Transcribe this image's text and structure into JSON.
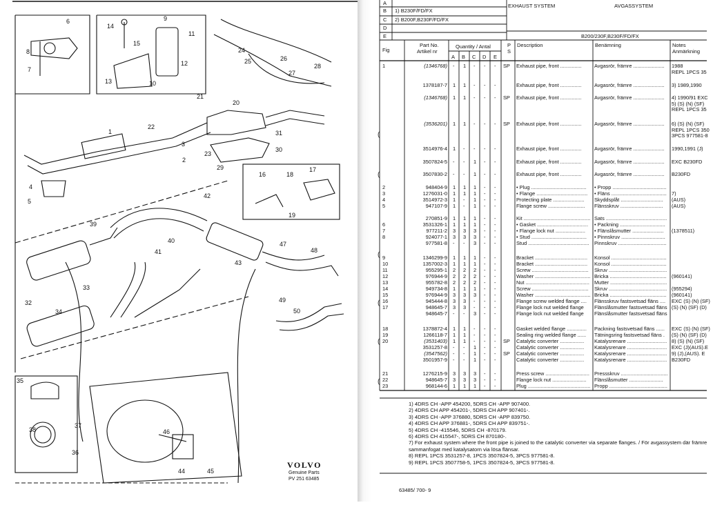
{
  "left": {
    "brand": "VOLVO",
    "genuine": "Genuine Parts",
    "pub": "PV 251 63485",
    "callouts": [
      "1",
      "2",
      "3",
      "4",
      "5",
      "6",
      "7",
      "8",
      "9",
      "10",
      "11",
      "12",
      "13",
      "14",
      "15",
      "16",
      "17",
      "18",
      "19",
      "20",
      "21",
      "22",
      "23",
      "24",
      "25",
      "26",
      "27",
      "28",
      "29",
      "30",
      "31",
      "32",
      "33",
      "34",
      "35",
      "36",
      "37",
      "38",
      "39",
      "40",
      "41",
      "42",
      "43",
      "44",
      "45",
      "46",
      "47",
      "48",
      "49",
      "50"
    ]
  },
  "right": {
    "variants": [
      {
        "letter": "A",
        "text": ""
      },
      {
        "letter": "B",
        "text": "1) B230F/FD/FX"
      },
      {
        "letter": "C",
        "text": "2) B200F,B230F/FD/FX"
      },
      {
        "letter": "D",
        "text": ""
      },
      {
        "letter": "E",
        "text": ""
      }
    ],
    "title_en": "EXHAUST SYSTEM",
    "title_sv": "AVGASSYSTEM",
    "models": "B200/230F,B230F/FD/FX",
    "headers": {
      "fig": "Fig",
      "part1": "Part No.",
      "part2": "Artikel nr",
      "qty": "Quantity / Antal",
      "cols": [
        "A",
        "B",
        "C",
        "D",
        "E"
      ],
      "ps1": "P",
      "ps2": "S",
      "desc": "Description",
      "ben": "Benämning",
      "notes1": "Notes",
      "notes2": "Anmärkning"
    },
    "rows": [
      {
        "fig": "1",
        "part": "(1346768)",
        "q": [
          "-",
          "1",
          "-",
          "-",
          "-"
        ],
        "ps": "SP",
        "desc": "Exhaust pipe, front ...............",
        "ben": "Avgasrör, främre ......................",
        "note": "1988",
        "note2": "REPL 1PCS 35"
      },
      {
        "fig": "",
        "part": "1378187-7",
        "q": [
          "1",
          "1",
          "-",
          "-",
          "-"
        ],
        "ps": "",
        "desc": "Exhaust pipe, front ...............",
        "ben": "Avgasrör, främre ......................",
        "note": "3) 1989,1990",
        "note2": ""
      },
      {
        "fig": "",
        "part": "(1346768)",
        "q": [
          "1",
          "1",
          "-",
          "-",
          "-"
        ],
        "ps": "SP",
        "desc": "Exhaust pipe, front ...............",
        "ben": "Avgasrör, främre ......................",
        "note": "4) 1990/91 EXC",
        "note2": "5) (S) (N) (SF)",
        "note3": "REPL 1PCS 35"
      },
      {
        "fig": "",
        "part": "(3536201)",
        "q": [
          "1",
          "1",
          "-",
          "-",
          "-"
        ],
        "ps": "SP",
        "desc": "Exhaust pipe, front ...............",
        "ben": "Avgasrör, främre ......................",
        "note": "6) (S) (N) (SF)",
        "note2": "REPL 1PCS 350",
        "note3": "3PCS 977581-8"
      },
      {
        "fig": "",
        "part": "3514976-4",
        "q": [
          "1",
          "-",
          "-",
          "-",
          "-"
        ],
        "ps": "",
        "desc": "Exhaust pipe, front ...............",
        "ben": "Avgasrör, främre ......................",
        "note": "1990,1991 (J)",
        "note2": ""
      },
      {
        "fig": "",
        "part": "3507824-5",
        "q": [
          "-",
          "-",
          "1",
          "-",
          "-"
        ],
        "ps": "",
        "desc": "Exhaust pipe, front ...............",
        "ben": "Avgasrör, främre ......................",
        "note": "EXC B230FD",
        "note2": ""
      },
      {
        "fig": "",
        "part": "3507830-2",
        "q": [
          "-",
          "-",
          "1",
          "-",
          "-"
        ],
        "ps": "",
        "desc": "Exhaust pipe, front ...............",
        "ben": "Avgasrör, främre ......................",
        "note": "B230FD",
        "note2": ""
      },
      {
        "fig": "2",
        "part": "948404-9",
        "q": [
          "1",
          "1",
          "1",
          "-",
          "-"
        ],
        "ps": "",
        "desc": "• Plug .......................................",
        "ben": "• Propp ......................................",
        "note": ""
      },
      {
        "fig": "3",
        "part": "1276031-0",
        "q": [
          "1",
          "1",
          "1",
          "-",
          "-"
        ],
        "ps": "",
        "desc": "• Flange ....................................",
        "ben": "• Fläns .......................................",
        "note": "7)"
      },
      {
        "fig": "4",
        "part": "3514972-3",
        "q": [
          "1",
          "-",
          "1",
          "-",
          "-"
        ],
        "ps": "",
        "desc": "Protecting plate ......................",
        "ben": "Skyddsplåt ..............................",
        "note": "(AUS)"
      },
      {
        "fig": "5",
        "part": "947107-9",
        "q": [
          "1",
          "-",
          "1",
          "-",
          "-"
        ],
        "ps": "",
        "desc": "Flange screw ..........................",
        "ben": "Flänsskruv ..............................",
        "note": "(AUS)"
      },
      {
        "fig": "",
        "part": "270851-9",
        "q": [
          "1",
          "1",
          "1",
          "-",
          "-"
        ],
        "ps": "",
        "desc": "Kit ...............................................",
        "ben": "Sats ...........................................",
        "note": ""
      },
      {
        "fig": "6",
        "part": "3531326-1",
        "q": [
          "1",
          "1",
          "1",
          "-",
          "-"
        ],
        "ps": "",
        "desc": "• Gasket ....................................",
        "ben": "• Packning ................................",
        "note": ""
      },
      {
        "fig": "7",
        "part": "977211-2",
        "q": [
          "3",
          "3",
          "3",
          "-",
          "-"
        ],
        "ps": "",
        "desc": "• Flange lock nut .....................",
        "ben": "• Flänslåsmutter ......................",
        "note": "(1378511)"
      },
      {
        "fig": "8",
        "part": "924077-1",
        "q": [
          "3",
          "3",
          "3",
          "-",
          "-"
        ],
        "ps": "",
        "desc": "• Stud .......................................",
        "ben": "• Pinnskruv ...............................",
        "note": ""
      },
      {
        "fig": "",
        "part": "977581-8",
        "q": [
          "-",
          "-",
          "3",
          "-",
          "-"
        ],
        "ps": "",
        "desc": "Stud ...........................................",
        "ben": "Pinnskruv ..................................",
        "note": ""
      },
      {
        "fig": "9",
        "part": "1346299-9",
        "q": [
          "1",
          "1",
          "1",
          "-",
          "-"
        ],
        "ps": "",
        "desc": "Bracket .....................................",
        "ben": "Konsol .......................................",
        "note": ""
      },
      {
        "fig": "10",
        "part": "1357002-3",
        "q": [
          "1",
          "1",
          "1",
          "-",
          "-"
        ],
        "ps": "",
        "desc": "Bracket .....................................",
        "ben": "Konsol .......................................",
        "note": ""
      },
      {
        "fig": "11",
        "part": "955295-1",
        "q": [
          "2",
          "2",
          "2",
          "-",
          "-"
        ],
        "ps": "",
        "desc": "Screw ........................................",
        "ben": "Skruv .........................................",
        "note": ""
      },
      {
        "fig": "12",
        "part": "976944-9",
        "q": [
          "2",
          "2",
          "2",
          "-",
          "-"
        ],
        "ps": "",
        "desc": "Washer .......................................",
        "ben": "Bricka ........................................",
        "note": "(960141)"
      },
      {
        "fig": "13",
        "part": "955782-8",
        "q": [
          "2",
          "2",
          "2",
          "-",
          "-"
        ],
        "ps": "",
        "desc": "Nut .............................................",
        "ben": "Mutter ........................................",
        "note": ""
      },
      {
        "fig": "14",
        "part": "949734-8",
        "q": [
          "1",
          "1",
          "1",
          "-",
          "-"
        ],
        "ps": "",
        "desc": "Screw ........................................",
        "ben": "Skruv .........................................",
        "note": "(955294)"
      },
      {
        "fig": "15",
        "part": "976944-9",
        "q": [
          "3",
          "3",
          "3",
          "-",
          "-"
        ],
        "ps": "",
        "desc": "Washer .......................................",
        "ben": "Bricka ........................................",
        "note": "(960141)"
      },
      {
        "fig": "16",
        "part": "945444-8",
        "q": [
          "3",
          "3",
          "-",
          "-",
          "-"
        ],
        "ps": "",
        "desc": "Flange screw welded flange ....",
        "ben": "Flänsskruv fastsvetsad fläns ....",
        "note": "EXC (S) (N) (SF)"
      },
      {
        "fig": "17",
        "part": "948645-7",
        "q": [
          "3",
          "3",
          "-",
          "-",
          "-"
        ],
        "ps": "",
        "desc": "Flange lock nut welded flange",
        "ben": "Flänslåsmutter fastsvetsad fläns",
        "note": "(S) (N) (SF) (D)"
      },
      {
        "fig": "",
        "part": "948645-7",
        "q": [
          "-",
          "-",
          "3",
          "-",
          "-"
        ],
        "ps": "",
        "desc": "Flange lock nut welded flange",
        "ben": "Flänslåsmutter fastsvetsad fläns",
        "note": ""
      },
      {
        "fig": "18",
        "part": "1378872-4",
        "q": [
          "1",
          "1",
          "-",
          "-",
          "-"
        ],
        "ps": "",
        "desc": "Gasket welded flange ..............",
        "ben": "Packning fastsvetsad fläns ......",
        "note": "EXC (S) (N) (SF)"
      },
      {
        "fig": "19",
        "part": "1266118-7",
        "q": [
          "1",
          "1",
          "-",
          "-",
          "-"
        ],
        "ps": "",
        "desc": "Sealing ring welded flange ......",
        "ben": "Tätningsring fastsvetsad fläns .",
        "note": "(S) (N) (SF) (D)"
      },
      {
        "fig": "20",
        "part": "(3531403)",
        "q": [
          "1",
          "1",
          "-",
          "-",
          "-"
        ],
        "ps": "SP",
        "desc": "Catalytic converter .................",
        "ben": "Katalysrenare ............................",
        "note": "8) (S) (N) (SF)"
      },
      {
        "fig": "",
        "part": "3531257-8",
        "q": [
          "-",
          "-",
          "1",
          "-",
          "-"
        ],
        "ps": "",
        "desc": "Catalytic converter .................",
        "ben": "Katalysrenare ............................",
        "note": "EXC (J)(AUS).E"
      },
      {
        "fig": "",
        "part": "(3547562)",
        "q": [
          "-",
          "-",
          "1",
          "-",
          "-"
        ],
        "ps": "SP",
        "desc": "Catalytic converter .................",
        "ben": "Katalysrenare ............................",
        "note": "9) (J),(AUS). E"
      },
      {
        "fig": "",
        "part": "3501957-9",
        "q": [
          "-",
          "-",
          "1",
          "-",
          "-"
        ],
        "ps": "",
        "desc": "Catalytic converter .................",
        "ben": "Katalysrenare ............................",
        "note": "B230FD"
      },
      {
        "fig": "21",
        "part": "1276215-9",
        "q": [
          "3",
          "3",
          "3",
          "-",
          "-"
        ],
        "ps": "",
        "desc": "Press screw ...............................",
        "ben": "Pressskruv .................................",
        "note": ""
      },
      {
        "fig": "22",
        "part": "948645-7",
        "q": [
          "3",
          "3",
          "3",
          "-",
          "-"
        ],
        "ps": "",
        "desc": "Flange lock nut ........................",
        "ben": "Flänslåsmutter ........................",
        "note": ""
      },
      {
        "fig": "23",
        "part": "968144-6",
        "q": [
          "1",
          "1",
          "1",
          "-",
          "-"
        ],
        "ps": "",
        "desc": "Plug ............................................",
        "ben": "Propp .........................................",
        "note": ""
      }
    ],
    "footnotes": [
      "1) 4DRS CH -APP 454200, 5DRS CH -APP 907400.",
      "2) 4DRS CH APP 454201-, 5DRS CH APP 907401-.",
      "3) 4DRS CH -APP 376880, 5DRS CH -APP 839750.",
      "4) 4DRS CH APP 376881-, 5DRS CH APP 839751-.",
      "5) 4DRS CH -415546, 5DRS CH -870179.",
      "6) 4DRS CH 415547-, 5DRS CH 870180-.",
      "7) For exhaust system where the front pipe is joined to the catalytic converter via separate flanges. / För avgassystem där främre",
      "sammanfogat med katalysatorn via lösa flänsar.",
      "8) REPL 1PCS 3531257-8, 1PCS 3507824-5, 3PCS 977581-8.",
      "9) REPL 1PCS 3507758-5, 1PCS 3507824-5, 3PCS 977581-8."
    ],
    "page_code": "63485/ 700- 9"
  }
}
